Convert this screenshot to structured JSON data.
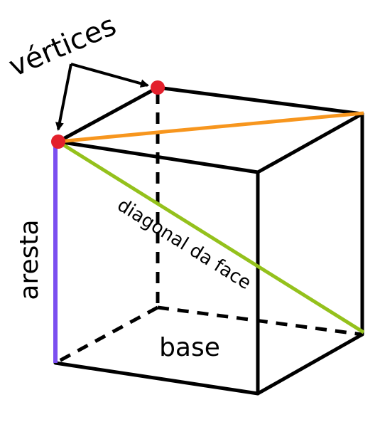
{
  "labels": {
    "vertices": "vértices",
    "aresta": "aresta",
    "diagonal": "diagonal da face",
    "base": "base"
  },
  "colors": {
    "edge": "#000000",
    "aresta": "#7b4ff0",
    "diagonal_face": "#94c11c",
    "top_diagonal": "#f7961e",
    "vertex": "#e3202c"
  },
  "icons": {
    "vertex_marker": "red-dot-icon",
    "pointer": "arrow-icon"
  }
}
